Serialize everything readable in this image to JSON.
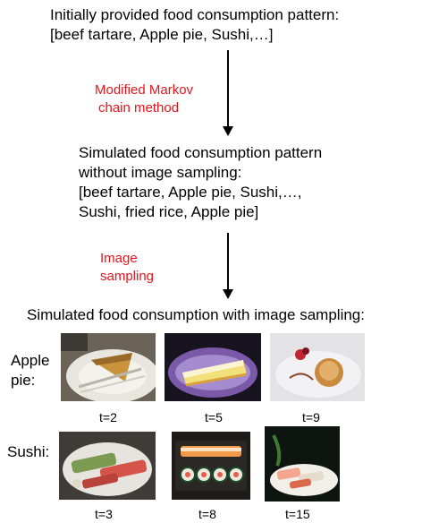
{
  "top_text": {
    "line1": "Initially provided food consumption pattern:",
    "line2": "[beef tartare, Apple pie, Sushi,…]"
  },
  "step1_label": {
    "line1": "Modified Markov",
    "line2": "chain method"
  },
  "middle_text": {
    "line1": "Simulated food consumption pattern",
    "line2": "without image sampling:",
    "line3": "[beef tartare, Apple pie, Sushi,…,",
    "line4": "Sushi, fried rice, Apple pie]"
  },
  "step2_label": {
    "line1": "Image",
    "line2": "sampling"
  },
  "bottom_heading": "Simulated food consumption with image sampling:",
  "rows": [
    {
      "label_line1": "Apple",
      "label_line2": "pie:",
      "images": [
        {
          "caption": "t=2"
        },
        {
          "caption": "t=5"
        },
        {
          "caption": "t=9"
        }
      ]
    },
    {
      "label_line1": "Sushi:",
      "images": [
        {
          "caption": "t=3"
        },
        {
          "caption": "t=8"
        },
        {
          "caption": "t=15"
        }
      ]
    }
  ],
  "colors": {
    "label_red": "#e8141b",
    "text": "#000000"
  }
}
